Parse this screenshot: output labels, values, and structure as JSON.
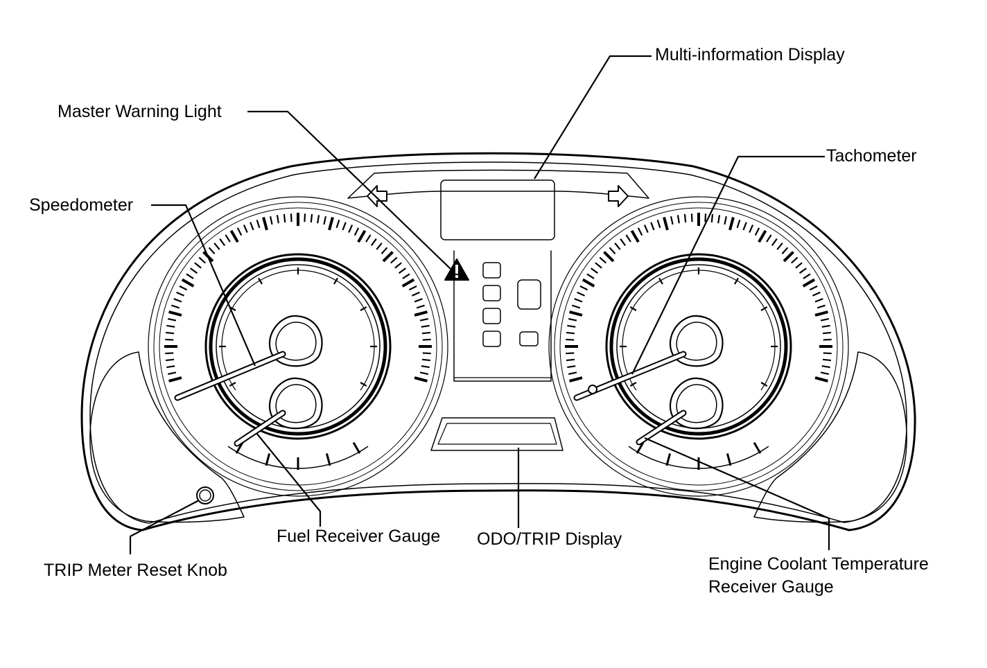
{
  "labels": {
    "multi_info_display": "Multi-information Display",
    "master_warning_light": "Master Warning Light",
    "tachometer": "Tachometer",
    "speedometer": "Speedometer",
    "fuel_receiver_gauge": "Fuel Receiver Gauge",
    "odo_trip_display": "ODO/TRIP Display",
    "trip_meter_reset_knob": "TRIP Meter Reset Knob",
    "engine_coolant_line1": "Engine Coolant Temperature",
    "engine_coolant_line2": "Receiver Gauge"
  },
  "colors": {
    "stroke": "#000000",
    "background": "#ffffff"
  },
  "icons": {
    "warning": "warning-triangle-icon",
    "left_turn": "left-arrow-icon",
    "right_turn": "right-arrow-icon"
  }
}
